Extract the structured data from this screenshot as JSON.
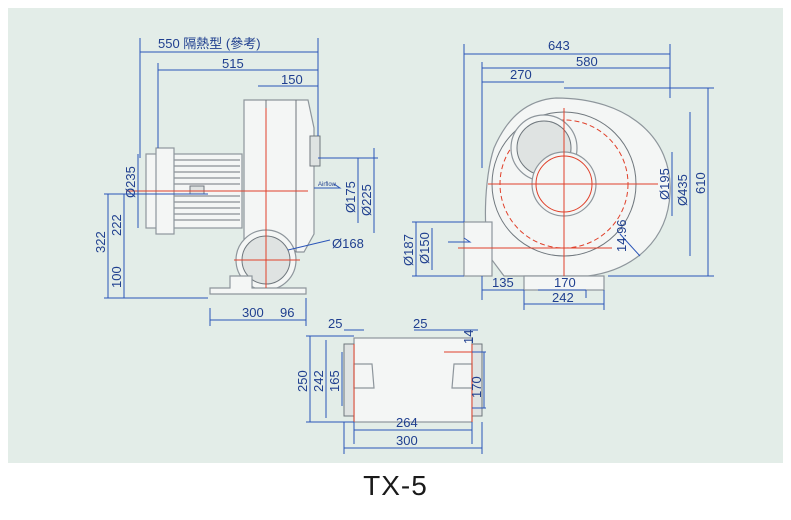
{
  "model": "TX-5",
  "side_view": {
    "dims": {
      "total_insulated": "550 隔熱型 (參考)",
      "total": "515",
      "inlet_offset": "150",
      "motor_dia": "Ø235",
      "inlet_dia_1": "Ø175",
      "inlet_dia_2": "Ø225",
      "outlet_dia": "Ø168",
      "height_total": "322",
      "height_axis": "222",
      "height_outlet": "100",
      "base_width": "300",
      "base_offset": "96"
    }
  },
  "front_view": {
    "dims": {
      "width_total": "643",
      "width_2": "580",
      "axis_offset": "270",
      "inner_dia": "Ø195",
      "outer_dia": "Ø435",
      "height_total": "610",
      "outlet_dia_1": "Ø187",
      "outlet_dia_2": "Ø150",
      "bolt_hole": "14.96",
      "foot_offset": "135",
      "foot_1": "170",
      "foot_2": "242"
    }
  },
  "base_view": {
    "dims": {
      "left_margin": "25",
      "right_margin": "25",
      "slot": "14",
      "depth_total": "250",
      "depth_2": "242",
      "depth_3": "165",
      "depth_right": "170",
      "width_inner": "264",
      "width_total": "300"
    }
  }
}
